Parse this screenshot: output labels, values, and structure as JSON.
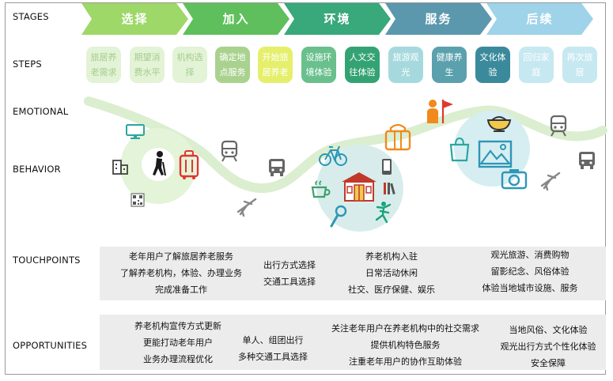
{
  "labels": {
    "stages": "STAGES",
    "steps": "STEPS",
    "emotional": "EMOTIONAL",
    "behavior": "BEHAVIOR",
    "touchpoints": "TOUCHPOINTS",
    "opportunities": "OPPORTUNITIES"
  },
  "stages": [
    {
      "label": "选择",
      "color": "#9ed868"
    },
    {
      "label": "加入",
      "color": "#5fbf5c"
    },
    {
      "label": "环境",
      "color": "#39a87b"
    },
    {
      "label": "服务",
      "color": "#5c98ad"
    },
    {
      "label": "后续",
      "color": "#9ed3e9"
    }
  ],
  "steps": [
    {
      "label": "旅居养老需求",
      "bg": "#e3f3d6",
      "fg": "#a6cc8e"
    },
    {
      "label": "期望消费水平",
      "bg": "#e3f3d6",
      "fg": "#a6cc8e"
    },
    {
      "label": "机构选择",
      "bg": "#e3f3d6",
      "fg": "#a6cc8e"
    },
    {
      "label": "确定地点服务",
      "bg": "#a9d28f",
      "fg": "#ffffff"
    },
    {
      "label": "开始旅居养老",
      "bg": "#e5ef6b",
      "fg": "#ffffff"
    },
    {
      "label": "设施环境体验",
      "bg": "#69c08d",
      "fg": "#ffffff"
    },
    {
      "label": "人文交往体验",
      "bg": "#34a373",
      "fg": "#ffffff"
    },
    {
      "label": "旅游观光",
      "bg": "#a6d9dd",
      "fg": "#ffffff"
    },
    {
      "label": "健康养生",
      "bg": "#5aa1ad",
      "fg": "#ffffff"
    },
    {
      "label": "文化体验",
      "bg": "#3b8a9c",
      "fg": "#ffffff"
    },
    {
      "label": "回归家庭",
      "bg": "#c6e8f1",
      "fg": "#ffffff"
    },
    {
      "label": "再次旅居",
      "bg": "#c6e8f1",
      "fg": "#ffffff"
    }
  ],
  "touchpoints": [
    [
      "老年用户了解旅居养老服务",
      "了解养老机构，体验、办理业务",
      "完成准备工作"
    ],
    [
      "出行方式选择",
      "交通工具选择"
    ],
    [
      "养老机构入驻",
      "日常活动休闲",
      "社交、医疗保健、娱乐"
    ],
    [
      "观光旅游、消费购物",
      "留影纪念、风俗体验",
      "体验当地城市设施、服务"
    ]
  ],
  "opportunities": [
    [
      "养老机构宣传方式更新",
      "更能打动老年用户",
      "业务办理流程优化"
    ],
    [
      "单人、组团出行",
      "多种交通工具选择"
    ],
    [
      "关注老年用户在养老机构中的社交需求",
      "提供机构特色服务",
      "注重老年用户的协作互助体验"
    ],
    [
      "当地风俗、文化体验",
      "观光出行方式个性化体验",
      "安全保障"
    ]
  ],
  "icons": [
    "monitor-icon",
    "building-icon",
    "walking-elder-icon",
    "suitcase-icon",
    "qr-code-icon",
    "train-icon",
    "bus-icon",
    "airplane-icon",
    "bicycle-icon",
    "coffee-cup-icon",
    "pavilion-icon",
    "microphone-icon",
    "dancer-icon",
    "books-icon",
    "phone-icon",
    "gift-box-icon",
    "person-flag-icon",
    "shopping-bag-icon",
    "tea-bowl-icon",
    "mountain-picture-icon",
    "camera-icon",
    "train-icon",
    "bus-icon",
    "airplane-icon"
  ],
  "colors": {
    "emotion_line": "#dbeed0",
    "panel_bg": "#ececec",
    "green_icon": "#3f9f6e",
    "teal_icon": "#2d96b7",
    "orange_icon": "#f08a1c",
    "red_icon": "#e0372f"
  }
}
